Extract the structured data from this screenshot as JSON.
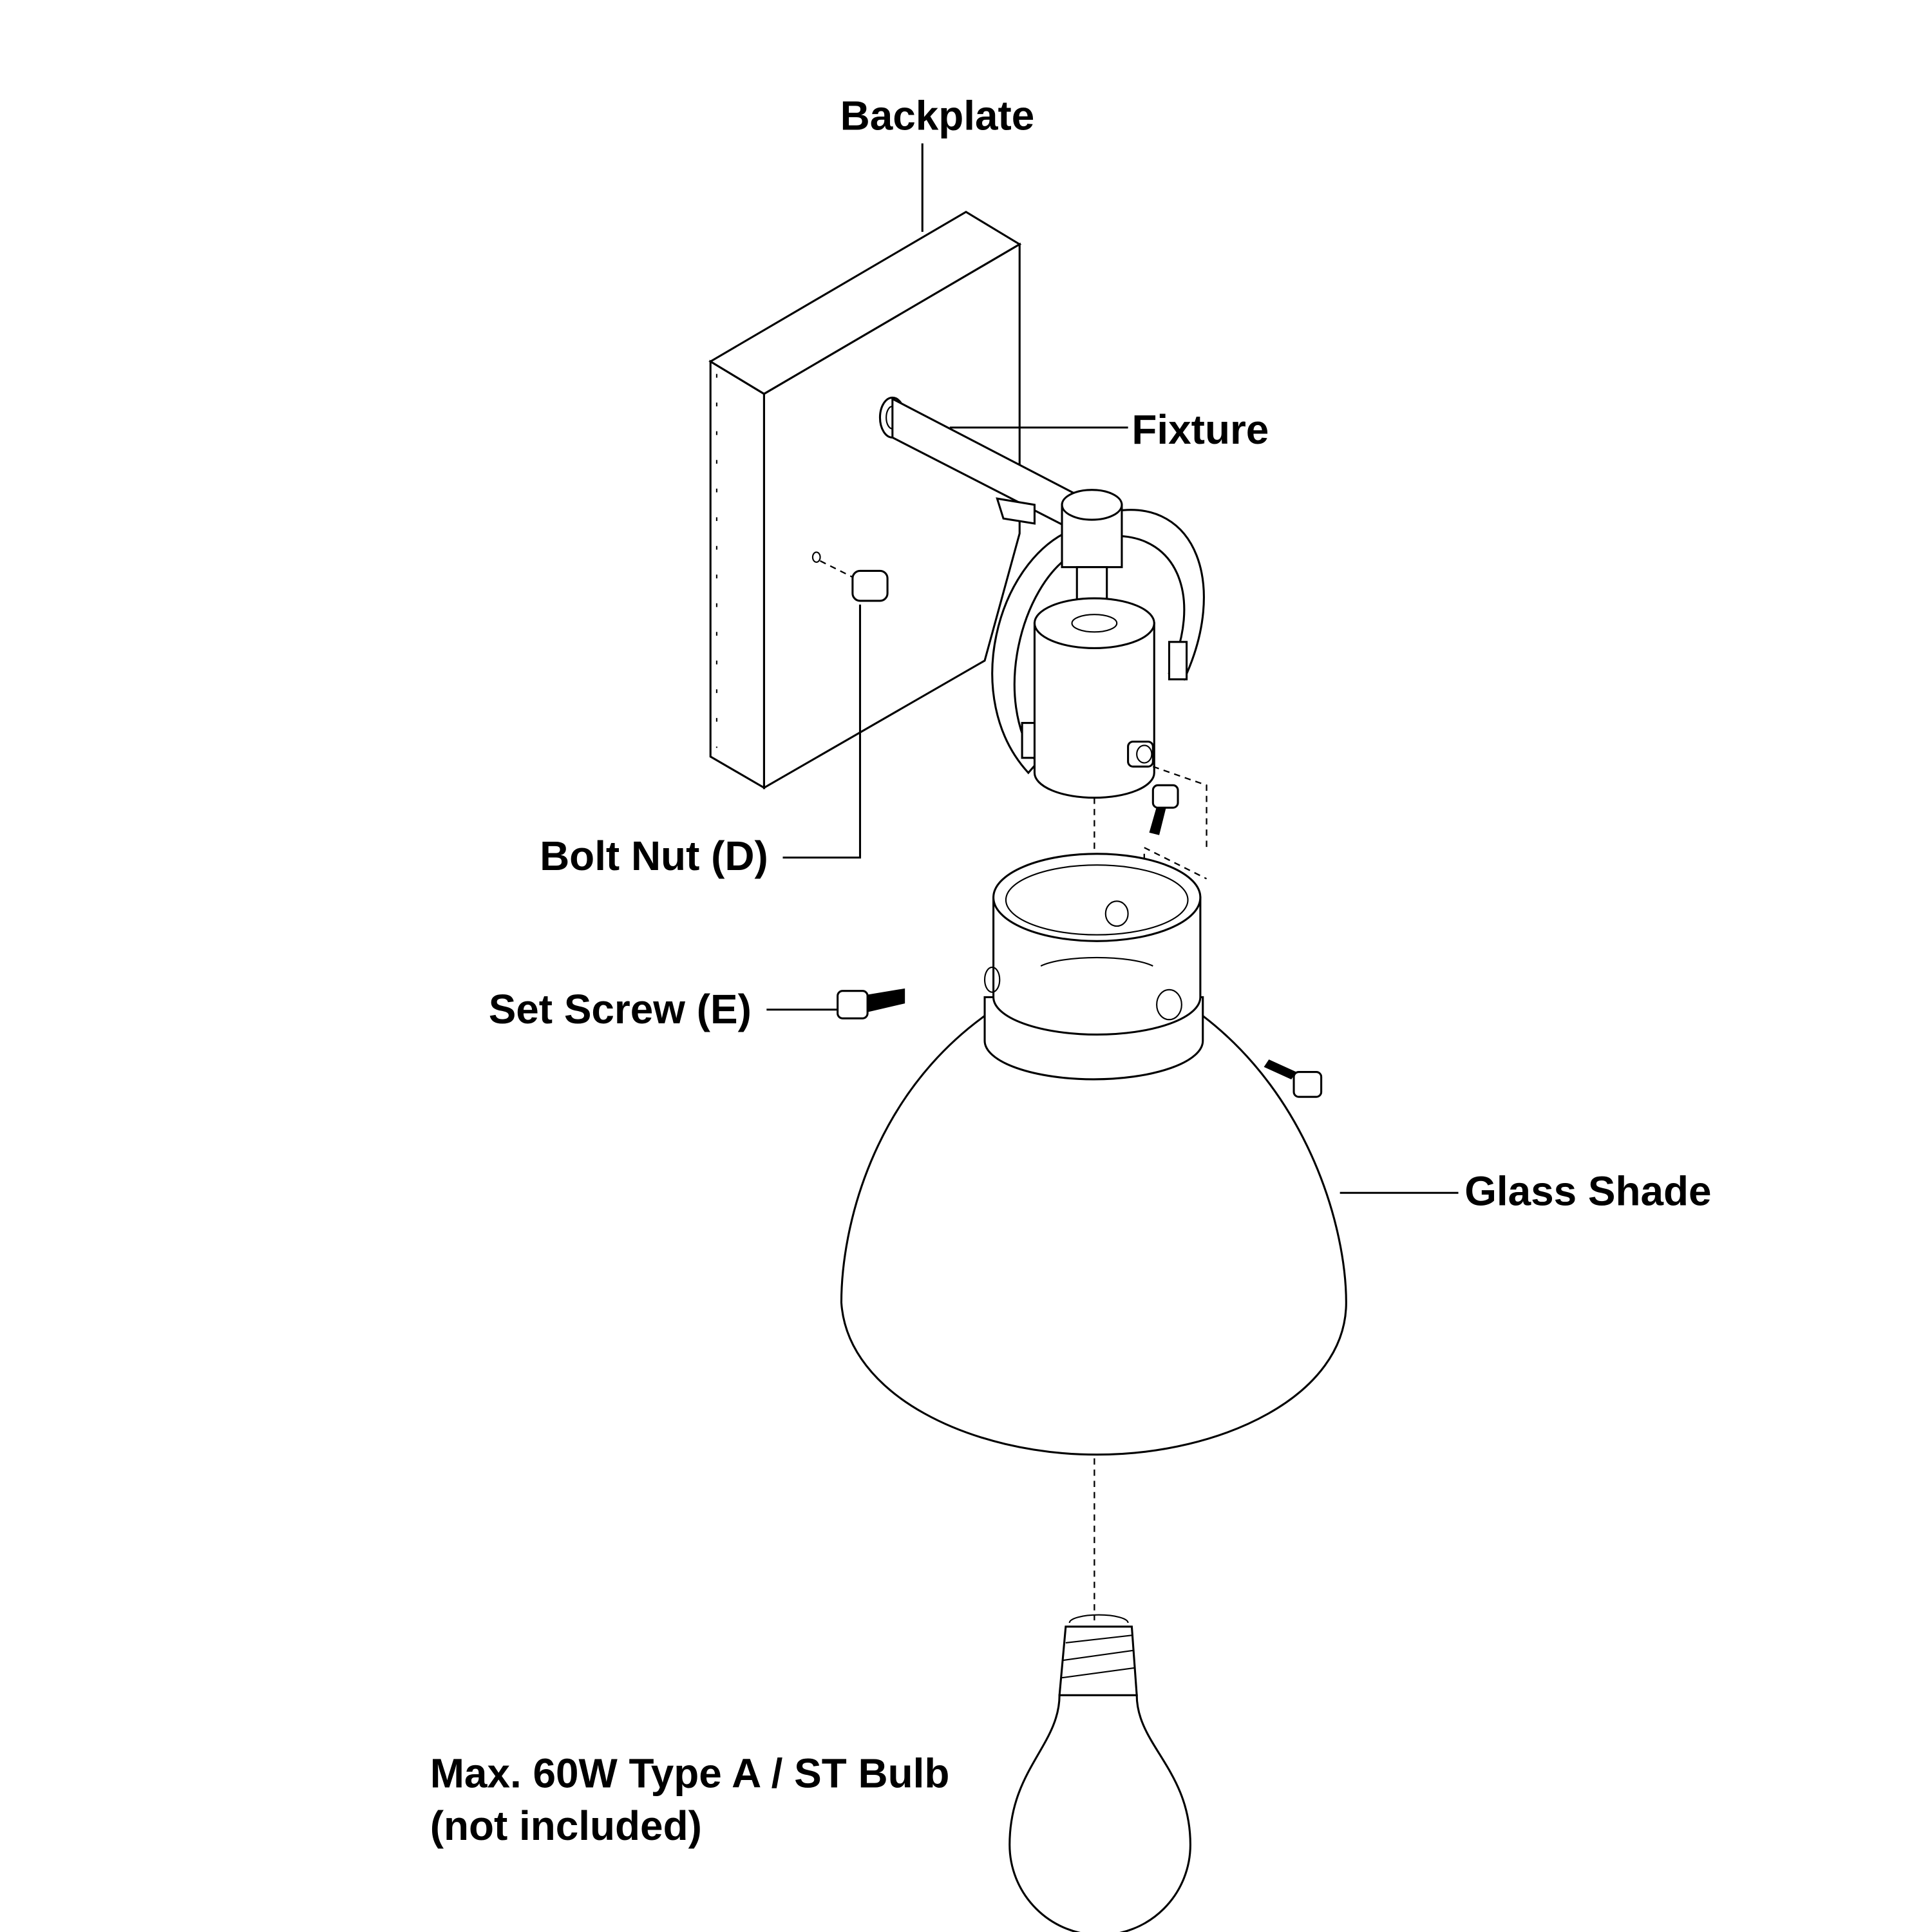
{
  "labels": {
    "backplate": "Backplate",
    "fixture": "Fixture",
    "bolt_nut": "Bolt Nut (D)",
    "set_screw": "Set Screw (E)",
    "glass_shade": "Glass Shade",
    "bulb_line1": "Max. 60W Type A / ST Bulb",
    "bulb_line2": "(not included)"
  }
}
